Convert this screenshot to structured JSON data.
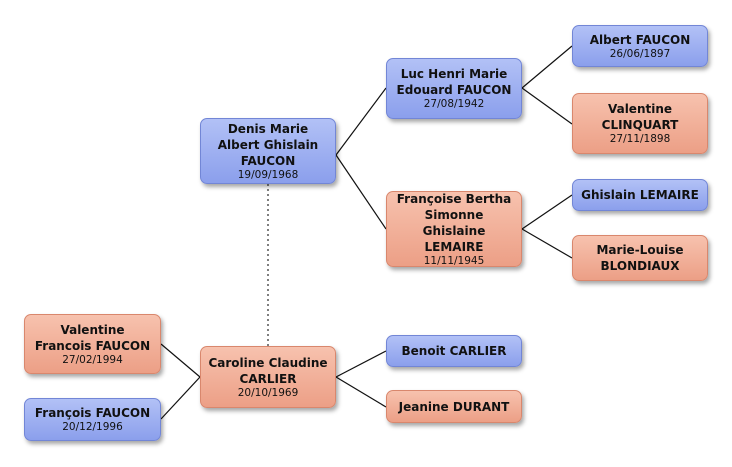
{
  "people": {
    "denis": {
      "name": "Denis Marie Albert Ghislain FAUCON",
      "date": "19/09/1968",
      "sex": "male"
    },
    "luc": {
      "name": "Luc Henri Marie Edouard FAUCON",
      "date": "27/08/1942",
      "sex": "male"
    },
    "francoise": {
      "name": "Françoise Bertha Simonne Ghislaine LEMAIRE",
      "date": "11/11/1945",
      "sex": "female"
    },
    "albert": {
      "name": "Albert FAUCON",
      "date": "26/06/1897",
      "sex": "male"
    },
    "valentine_c": {
      "name": "Valentine CLINQUART",
      "date": "27/11/1898",
      "sex": "female"
    },
    "ghislain": {
      "name": "Ghislain LEMAIRE",
      "date": "",
      "sex": "male"
    },
    "marie_louise": {
      "name": "Marie-Louise BLONDIAUX",
      "date": "",
      "sex": "female"
    },
    "valentine_f": {
      "name": "Valentine Francois FAUCON",
      "date": "27/02/1994",
      "sex": "female"
    },
    "francois": {
      "name": "François FAUCON",
      "date": "20/12/1996",
      "sex": "male"
    },
    "caroline": {
      "name": "Caroline Claudine CARLIER",
      "date": "20/10/1969",
      "sex": "female"
    },
    "benoit": {
      "name": "Benoit CARLIER",
      "date": "",
      "sex": "male"
    },
    "jeanine": {
      "name": "Jeanine DURANT",
      "date": "",
      "sex": "female"
    }
  },
  "colors": {
    "male": "#9aacf0",
    "female": "#f1ae96",
    "line": "#111111"
  }
}
